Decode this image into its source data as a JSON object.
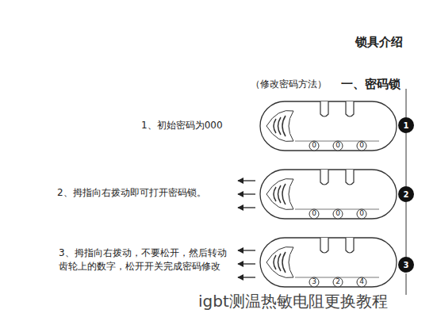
{
  "diagram": {
    "title": "锁具介绍",
    "nodes": [
      {
        "text": [
          "1"
        ]
      },
      {
        "text": [
          "2"
        ]
      },
      {
        "text": [
          "3"
        ]
      }
    ],
    "edges": [
      {
        "from": 0,
        "to": 1,
        "arrow": "none"
      },
      {
        "from": 1,
        "to": 2,
        "arrow": "none"
      }
    ],
    "labels": [
      "一、密码锁",
      "（修改密码方法）",
      "1、初始密码为000",
      "2、拇指向右拨动即可打开密码锁。",
      "3、拇指向右拨动，不要松开，然后转动齿轮上的数字，松开开关完成密码修改",
      "0",
      "0",
      "0",
      "0",
      "0",
      "0",
      "3",
      "2",
      "4",
      "igbt测温热敏电阻更换教程"
    ]
  }
}
